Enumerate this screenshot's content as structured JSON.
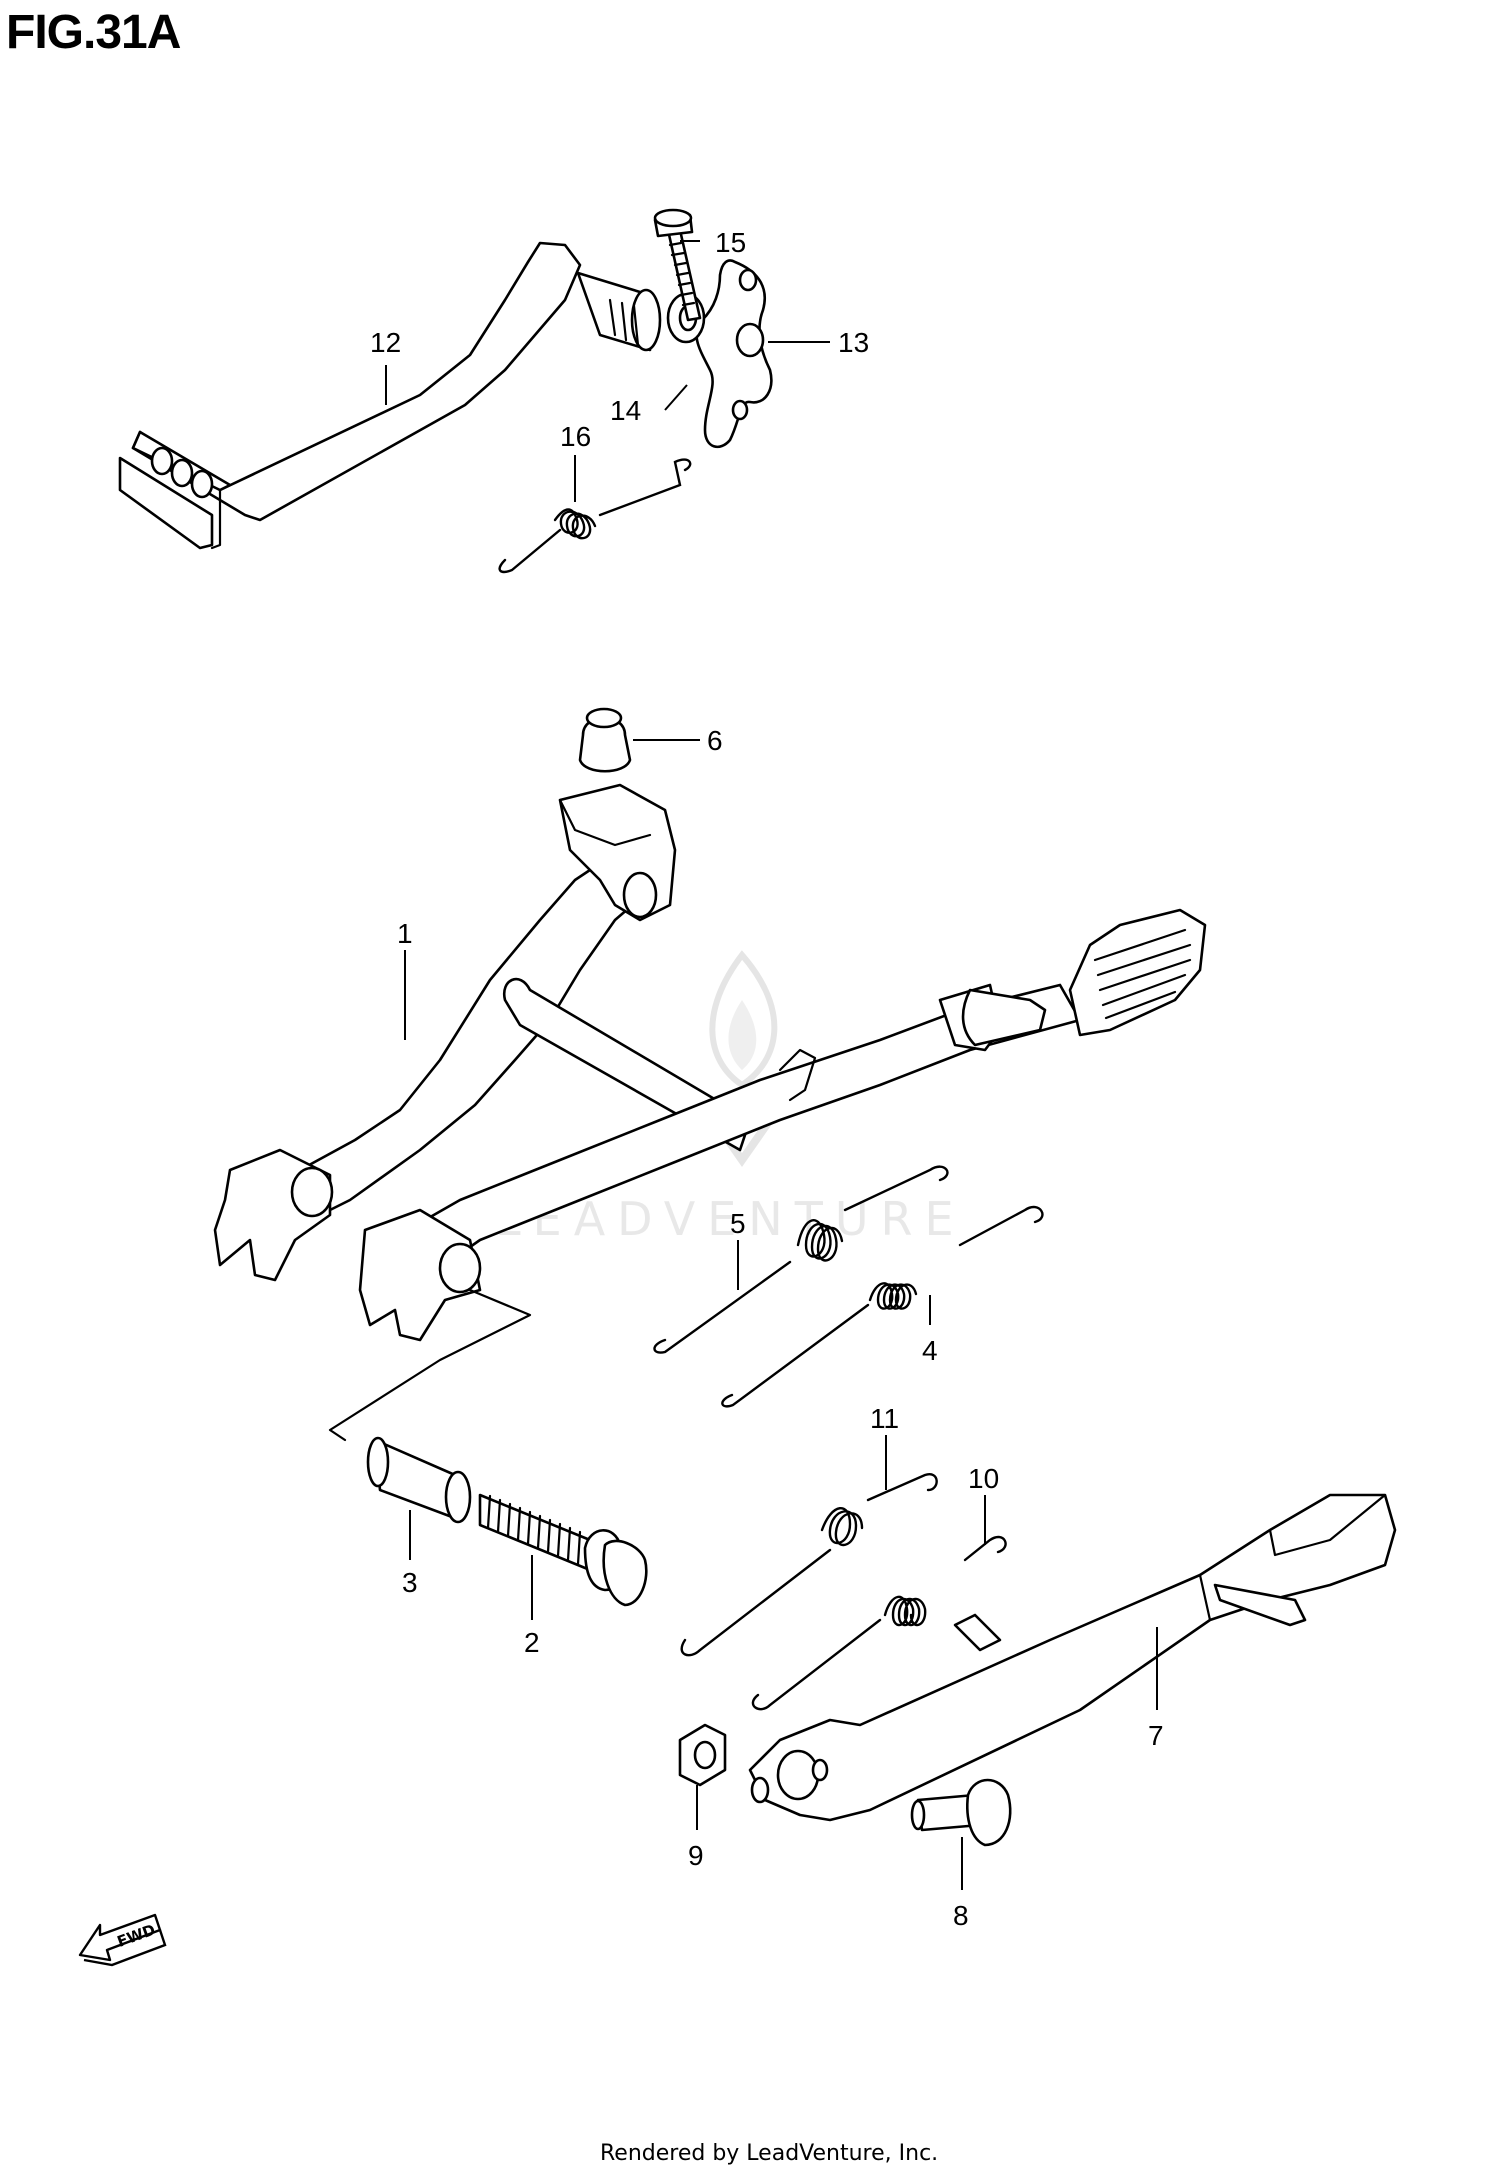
{
  "figure": {
    "title": "FIG.31A"
  },
  "callouts": {
    "c1": "1",
    "c2": "2",
    "c3": "3",
    "c4": "4",
    "c5": "5",
    "c6": "6",
    "c7": "7",
    "c8": "8",
    "c9": "9",
    "c10": "10",
    "c11": "11",
    "c12": "12",
    "c13": "13",
    "c14": "14",
    "c15": "15",
    "c16": "16"
  },
  "direction_marker": {
    "label": "FWD",
    "icon": "forward-arrow-icon"
  },
  "watermark": {
    "text": "LEADVENTURE",
    "icon": "flame-logo-icon"
  },
  "footer": {
    "credit": "Rendered by LeadVenture, Inc."
  },
  "colors": {
    "line": "#000000",
    "background": "#ffffff",
    "watermark": "#d9d9d9"
  }
}
